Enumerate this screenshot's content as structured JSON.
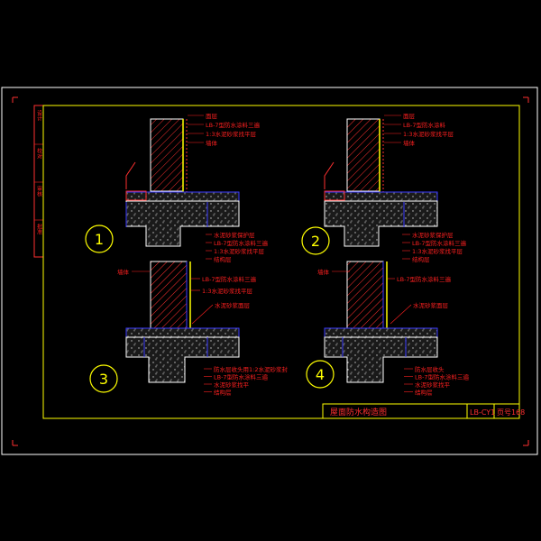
{
  "drawing": {
    "title_block": {
      "title": "屋面防水构造图",
      "code": "LB-CY1",
      "page": "页号168"
    },
    "side_strip_labels": [
      "设计",
      "校对",
      "审核",
      "批准"
    ],
    "details": [
      {
        "number": "1",
        "top_labels": [
          "面层",
          "LB-7型防水涂料三遍",
          "1:3水泥砂浆找平层",
          "墙体"
        ],
        "bottom_labels": [
          "水泥砂浆保护层",
          "LB-7型防水涂料三遍",
          "1:3水泥砂浆找平层",
          "结构层"
        ]
      },
      {
        "number": "2",
        "top_labels": [
          "面层",
          "LB-7型防水涂料",
          "1:3水泥砂浆找平层",
          "墙体"
        ],
        "bottom_labels": [
          "水泥砂浆保护层",
          "LB-7型防水涂料三遍",
          "1:3水泥砂浆找平层",
          "结构层"
        ]
      },
      {
        "number": "3",
        "left_label": "墙体",
        "top_labels": [
          "LB-7型防水涂料三遍",
          "1:3水泥砂浆找平层"
        ],
        "mid_label": "水泥砂浆面层",
        "bottom_labels": [
          "防水层收头用1:2水泥砂浆封",
          "LB-7型防水涂料三遍",
          "水泥砂浆找平",
          "结构层"
        ]
      },
      {
        "number": "4",
        "left_label": "墙体",
        "top_labels": [
          "LB-7型防水涂料三遍"
        ],
        "mid_label": "水泥砂浆面层",
        "bottom_labels": [
          "防水层收头",
          "LB-7型防水涂料三遍",
          "水泥砂浆找平",
          "结构层"
        ]
      }
    ]
  },
  "colors": {
    "background": "#000000",
    "frame": "#ffffff",
    "title_border": "#ffff00",
    "annotation": "#ff2020",
    "structure": "#ffffff",
    "membrane": "#ffff00",
    "blue": "#3a3aff",
    "circle": "#ffff00"
  }
}
